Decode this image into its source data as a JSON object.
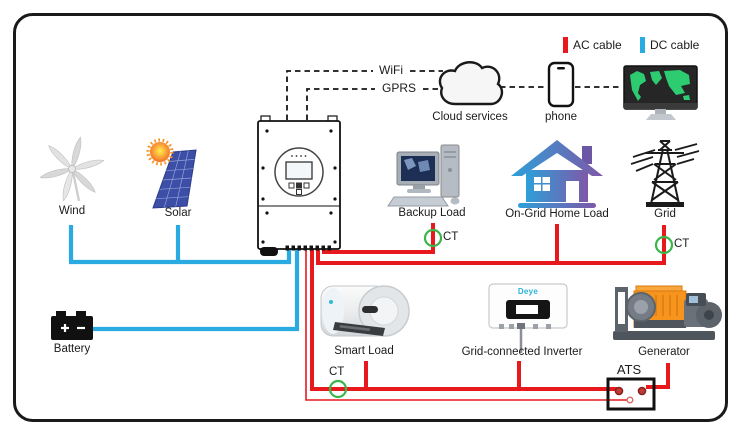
{
  "legend": {
    "ac_label": "AC cable",
    "ac_color": "#e8191d",
    "dc_label": "DC cable",
    "dc_color": "#29abe2"
  },
  "comm": {
    "wifi_label": "WiFi",
    "gprs_label": "GPRS",
    "cloud_label": "Cloud services",
    "phone_label": "phone"
  },
  "nodes": {
    "wind": "Wind",
    "solar": "Solar",
    "battery": "Battery",
    "backup_load": "Backup Load",
    "ongrid_home_load": "On-Grid Home Load",
    "grid": "Grid",
    "smart_load": "Smart Load",
    "grid_connected_inverter": "Grid-connected Inverter",
    "gci_brand": "Deye",
    "generator": "Generator",
    "ats": "ATS"
  },
  "markers": {
    "ct_label": "CT",
    "ct_color": "#39b54a"
  }
}
